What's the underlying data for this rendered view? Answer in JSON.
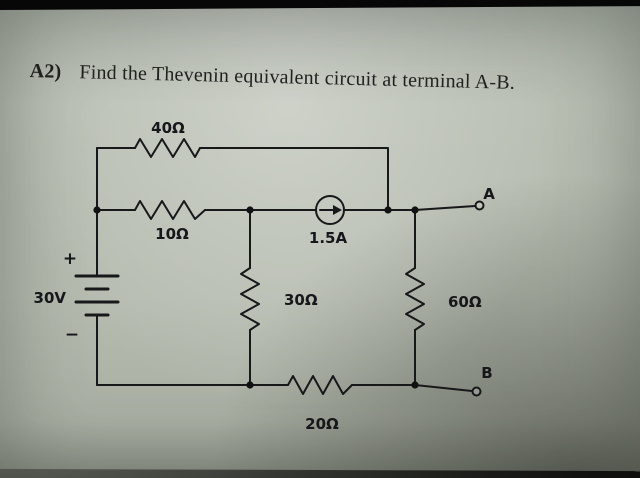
{
  "problem": {
    "number": "A2)",
    "text": "Find the Thevenin equivalent circuit at terminal A-B."
  },
  "circuit": {
    "components": {
      "r40": {
        "type": "resistor",
        "label": "40Ω"
      },
      "r10": {
        "type": "resistor",
        "label": "10Ω"
      },
      "isrc": {
        "type": "current-source",
        "label": "1.5A"
      },
      "vsrc": {
        "type": "voltage-source",
        "label": "30V",
        "plus": "+",
        "minus": "−"
      },
      "r30": {
        "type": "resistor",
        "label": "30Ω"
      },
      "r60": {
        "type": "resistor",
        "label": "60Ω"
      },
      "r20": {
        "type": "resistor",
        "label": "20Ω"
      }
    },
    "terminals": {
      "a": "A",
      "b": "B"
    }
  }
}
